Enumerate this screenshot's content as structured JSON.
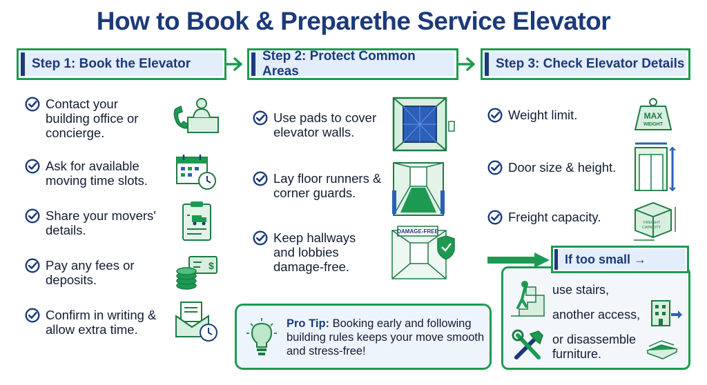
{
  "title": "How to Book & Preparethe Service Elevator",
  "steps": [
    {
      "label": "Step 1: Book the Elevator",
      "items": [
        {
          "text": "Contact your building office or concierge.",
          "icon": "receptionist-phone-icon"
        },
        {
          "text": "Ask for available moving time slots.",
          "icon": "calendar-clock-icon"
        },
        {
          "text": "Share your movers' details.",
          "icon": "clipboard-truck-icon"
        },
        {
          "text": "Pay any fees or deposits.",
          "icon": "coins-bill-icon"
        },
        {
          "text": "Confirm in writing & allow extra time.",
          "icon": "envelope-clock-icon"
        }
      ]
    },
    {
      "label": "Step 2: Protect Common Areas",
      "items": [
        {
          "text": "Use pads to cover elevator walls.",
          "icon": "padded-elevator-icon"
        },
        {
          "text": "Lay floor runners & corner guards.",
          "icon": "floor-runner-icon"
        },
        {
          "text": "Keep hallways and lobbies damage-free.",
          "icon": "damage-free-hallway-icon"
        }
      ]
    },
    {
      "label": "Step 3: Check Elevator Details",
      "items": [
        {
          "text": "Weight limit.",
          "icon": "max-weight-icon"
        },
        {
          "text": "Door size & height.",
          "icon": "elevator-door-measure-icon"
        },
        {
          "text": "Freight capacity.",
          "icon": "freight-box-icon"
        }
      ]
    }
  ],
  "pro_tip": {
    "label": "Pro Tip:",
    "text": "Booking early and following building rules keeps your move smooth and stress-free!"
  },
  "icon_labels": {
    "max": "MAX",
    "weight": "WEIGHT",
    "damage_free": "DAMAGE-FREE",
    "freight": "FREIGHT",
    "capacity": "CAPACITY"
  },
  "if_too_small": {
    "label": "If too small →",
    "options": [
      {
        "text": "use stairs,",
        "icon": "stairs-carry-icon"
      },
      {
        "text": "another access,",
        "icon": "building-arrow-icon"
      },
      {
        "text": "or disassemble furniture.",
        "icon": "tools-icon"
      }
    ]
  },
  "colors": {
    "navy": "#1c3a7a",
    "green": "#1d9a52",
    "light_blue": "#e4edfa"
  }
}
